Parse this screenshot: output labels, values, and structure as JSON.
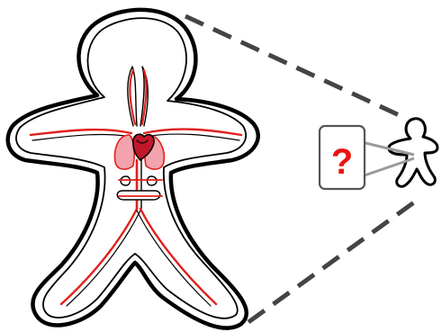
{
  "diagram": {
    "question_mark": "?",
    "colors": {
      "outline": "#000000",
      "vessel_red": "#e0201c",
      "organ_pink": "#f2a3ad",
      "dash_gray": "#444444",
      "callout_border": "#555555",
      "callout_line": "#9a9a9a",
      "question_red": "#ee1111"
    },
    "elements": [
      "large-body-outline",
      "circulatory-system",
      "zoom-dashed-lines",
      "small-body-outline",
      "question-callout"
    ]
  }
}
